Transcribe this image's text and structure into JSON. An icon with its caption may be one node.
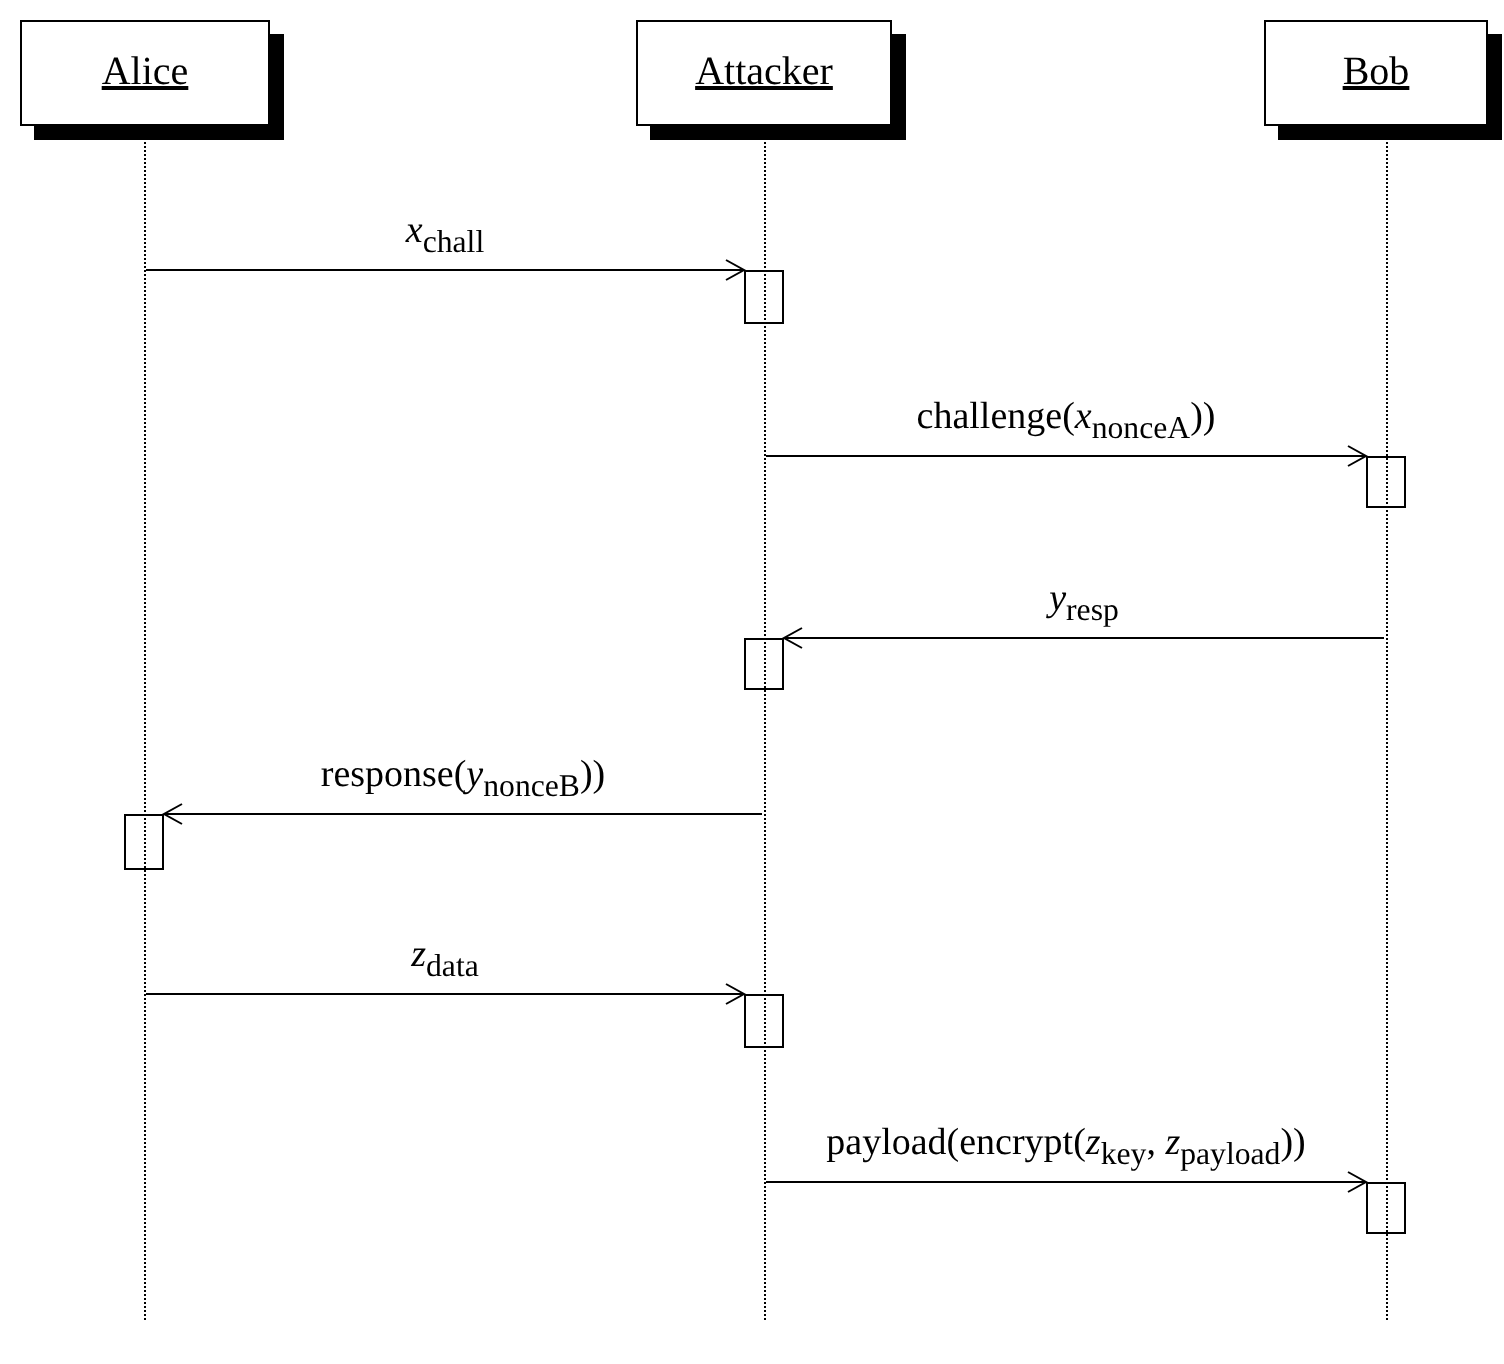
{
  "diagram": {
    "nodes": [
      {
        "text": [
          "Alice"
        ]
      },
      {
        "text": [
          "Attacker"
        ]
      },
      {
        "text": [
          "Bob"
        ]
      },
      {
        "text": [],
        "shape": "line"
      },
      {
        "text": [],
        "shape": "line"
      },
      {
        "text": [],
        "shape": "line"
      },
      {
        "text": [],
        "shape": "bar"
      },
      {
        "text": [],
        "shape": "bar"
      },
      {
        "text": [],
        "shape": "bar"
      },
      {
        "text": [],
        "shape": "bar"
      },
      {
        "text": [],
        "shape": "bar"
      },
      {
        "text": [],
        "shape": "bar"
      }
    ],
    "edges": [
      {
        "from": 3,
        "to": 6,
        "arrow": "to",
        "label": "*x*$_{chall}$"
      },
      {
        "from": 4,
        "to": 7,
        "arrow": "to",
        "label": "challenge(*x*$_{nonceA}$))"
      },
      {
        "from": 5,
        "to": 8,
        "arrow": "to",
        "label": "*y*$_{resp}$"
      },
      {
        "from": 4,
        "to": 9,
        "arrow": "to",
        "label": "response(*y*$_{nonceB}$))"
      },
      {
        "from": 3,
        "to": 10,
        "arrow": "to",
        "label": "*z*$_{data}$"
      },
      {
        "from": 4,
        "to": 11,
        "arrow": "to",
        "label": "payload(encrypt(*z*$_{key}$, *z*$_{payload}$))"
      }
    ]
  }
}
